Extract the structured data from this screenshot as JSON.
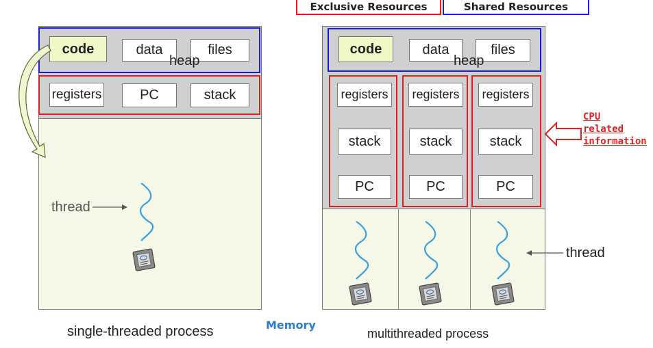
{
  "legend": {
    "exclusive_label": "Exclusive Resources",
    "exclusive_color": "#e02020",
    "shared_label": "Shared Resources",
    "shared_color": "#1a1adc"
  },
  "single": {
    "shared_cells": {
      "code": "code",
      "data": "data",
      "files": "files",
      "heap": "heap"
    },
    "exclusive_cells": {
      "registers": "registers",
      "pc": "PC",
      "stack": "stack"
    },
    "thread_label": "thread",
    "caption": "single-threaded process"
  },
  "multi": {
    "shared_cells": {
      "code": "code",
      "data": "data",
      "files": "files",
      "heap": "heap"
    },
    "threads": [
      {
        "registers": "registers",
        "stack": "stack",
        "pc": "PC"
      },
      {
        "registers": "registers",
        "stack": "stack",
        "pc": "PC"
      },
      {
        "registers": "registers",
        "stack": "stack",
        "pc": "PC"
      }
    ],
    "thread_label": "thread",
    "caption": "multithreaded process"
  },
  "cpu_note": {
    "lines": [
      "CPU",
      "related",
      "information"
    ],
    "color": "#e02020"
  },
  "memory_label": "Memory",
  "memory_color": "#2a7fcf",
  "chip_icon": "cpu-chip-icon"
}
